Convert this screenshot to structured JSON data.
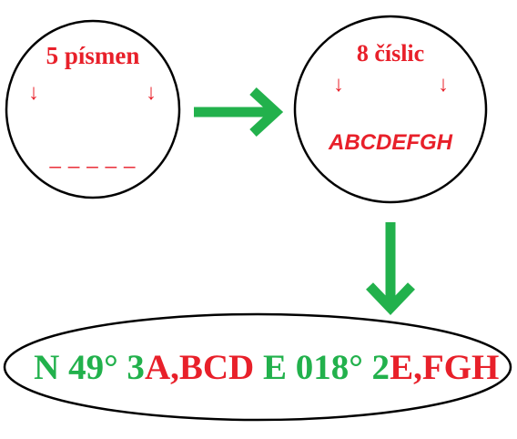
{
  "colors": {
    "red": "#e8202a",
    "green": "#22b14c",
    "outline": "#000000"
  },
  "left_circle": {
    "title": "5 písmen",
    "arrow_left": "↓",
    "arrow_right": "↓",
    "blanks": "_ _ _ _ _"
  },
  "right_circle": {
    "title": "8 číslic",
    "arrow_left": "↓",
    "arrow_right": "↓",
    "letters": "ABCDEFGH"
  },
  "result": {
    "segments": [
      {
        "text": "N 49° 3",
        "color": "green"
      },
      {
        "text": "A,BCD",
        "color": "red"
      },
      {
        "text": " E 018° 2",
        "color": "green"
      },
      {
        "text": "E,FGH",
        "color": "red"
      }
    ]
  },
  "icons": {
    "right_arrow": "arrow-right-icon",
    "down_arrow": "arrow-down-icon"
  }
}
